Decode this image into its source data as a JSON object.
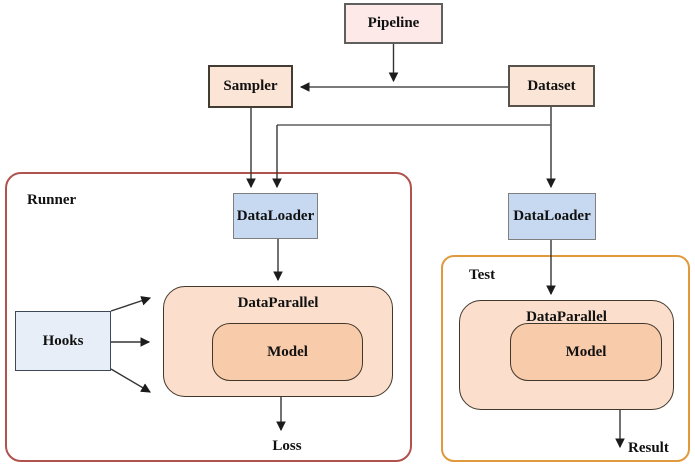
{
  "diagram": {
    "nodes": {
      "pipeline": {
        "label": "Pipeline"
      },
      "sampler": {
        "label": "Sampler"
      },
      "dataset": {
        "label": "Dataset"
      },
      "dataloader_train": {
        "label": "DataLoader"
      },
      "dataloader_test": {
        "label": "DataLoader"
      },
      "hooks": {
        "label": "Hooks"
      },
      "dataparallel_train": {
        "label": "DataParallel"
      },
      "model_train": {
        "label": "Model"
      },
      "dataparallel_test": {
        "label": "DataParallel"
      },
      "model_test": {
        "label": "Model"
      }
    },
    "containers": {
      "runner": {
        "label": "Runner",
        "border_color": "#b0524d"
      },
      "test": {
        "label": "Test",
        "border_color": "#e0993c"
      }
    },
    "outputs": {
      "loss": {
        "label": "Loss"
      },
      "result": {
        "label": "Result"
      }
    },
    "colors": {
      "pipeline_fill": "#fce9e8",
      "sampler_fill": "#fbe5d6",
      "dataset_fill": "#fbe5d6",
      "dataloader_fill": "#c6d9f1",
      "hooks_fill": "#e8eef8",
      "dataparallel_fill": "#fbdfcc",
      "model_fill": "#f8cbaa",
      "line_color": "#333333"
    },
    "edges": [
      {
        "from": "pipeline",
        "to": "dataset_sampler_link"
      },
      {
        "from": "dataset",
        "to": "sampler"
      },
      {
        "from": "sampler",
        "to": "dataloader_train"
      },
      {
        "from": "dataset",
        "to": "dataloader_train"
      },
      {
        "from": "dataset",
        "to": "dataloader_test"
      },
      {
        "from": "dataloader_train",
        "to": "dataparallel_train"
      },
      {
        "from": "dataloader_test",
        "to": "dataparallel_test"
      },
      {
        "from": "hooks",
        "to": "dataparallel_train",
        "note": "three fan-out arrows"
      },
      {
        "from": "dataparallel_train",
        "to": "loss"
      },
      {
        "from": "dataparallel_test",
        "to": "result"
      }
    ]
  }
}
